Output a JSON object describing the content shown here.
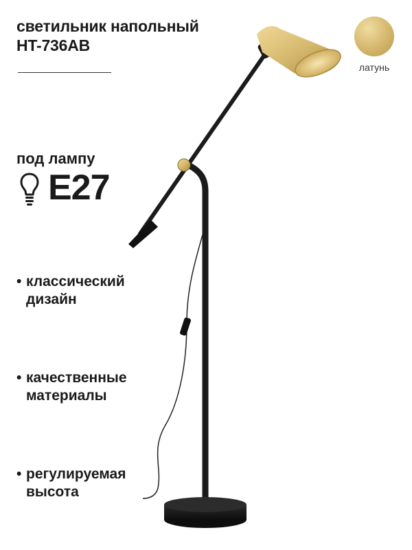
{
  "title": {
    "line1": "светильник напольный",
    "line2": "HT-736AB"
  },
  "color_swatch": {
    "label": "латунь",
    "color": "#d6b96e"
  },
  "socket": {
    "label": "под лампу",
    "value": "E27",
    "icon": "light-bulb-icon"
  },
  "features": [
    {
      "line1": "классический",
      "line2": "дизайн"
    },
    {
      "line1": "качественные",
      "line2": "материалы"
    },
    {
      "line1": "регулируемая",
      "line2": "высота"
    }
  ],
  "bullet": "•",
  "colors": {
    "text": "#1a1a1a",
    "lamp_body": "#1b1b1b",
    "brass": "#d6b96e"
  }
}
